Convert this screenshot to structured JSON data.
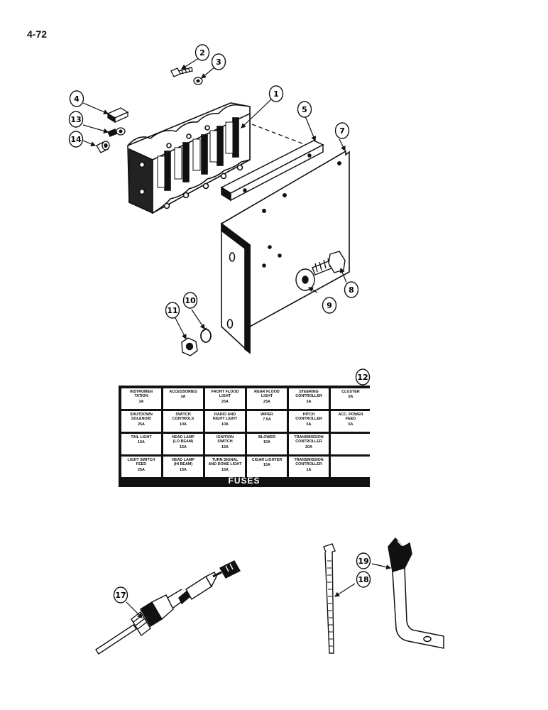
{
  "page_number": "4-72",
  "callouts": [
    "1",
    "2",
    "3",
    "4",
    "5",
    "7",
    "8",
    "9",
    "10",
    "11",
    "12",
    "13",
    "14",
    "17",
    "18",
    "19"
  ],
  "fuse_chart": {
    "title": "FUSES",
    "rows": [
      [
        {
          "lines": [
            "INSTRUMEN",
            "TATION"
          ],
          "amp": "3A"
        },
        {
          "lines": [
            "ACCESSORIES"
          ],
          "amp": "3A"
        },
        {
          "lines": [
            "FRONT FLOOD",
            "LIGHT"
          ],
          "amp": "25A"
        },
        {
          "lines": [
            "REAR FLOOD",
            "LIGHT"
          ],
          "amp": "25A"
        },
        {
          "lines": [
            "STEERING",
            "CONTROLLER"
          ],
          "amp": "3A"
        },
        {
          "lines": [
            "CLUSTER"
          ],
          "amp": "5A"
        }
      ],
      [
        {
          "lines": [
            "SHUTDOWN",
            "SOLENOID"
          ],
          "amp": "25A"
        },
        {
          "lines": [
            "SWITCH",
            "CONTROLS"
          ],
          "amp": "10A"
        },
        {
          "lines": [
            "RADIO AND",
            "NIGHT LIGHT"
          ],
          "amp": "10A"
        },
        {
          "lines": [
            "WIPER"
          ],
          "amp": "7.5A"
        },
        {
          "lines": [
            "HITCH",
            "CONTROLLER"
          ],
          "amp": "5A"
        },
        {
          "lines": [
            "ACC. POWER",
            "FEED"
          ],
          "amp": "5A"
        }
      ],
      [
        {
          "lines": [
            "TAIL LIGHT"
          ],
          "amp": "15A"
        },
        {
          "lines": [
            "HEAD LAMP",
            "(LO BEAM)"
          ],
          "amp": "15A"
        },
        {
          "lines": [
            "IGNITION",
            "SWITCH"
          ],
          "amp": "15A"
        },
        {
          "lines": [
            "BLOWER"
          ],
          "amp": "15A"
        },
        {
          "lines": [
            "TRANSMISSION",
            "CONTROLLER"
          ],
          "amp": "20A"
        },
        {
          "lines": [],
          "amp": ""
        }
      ],
      [
        {
          "lines": [
            "LIGHT SWITCH",
            "FEED"
          ],
          "amp": "25A"
        },
        {
          "lines": [
            "HEAD LAMP",
            "(HI BEAM)"
          ],
          "amp": "15A"
        },
        {
          "lines": [
            "TURN SIGNAL",
            "AND DOME LIGHT"
          ],
          "amp": "15A"
        },
        {
          "lines": [
            "CIGAR LIGHTER"
          ],
          "amp": "15A"
        },
        {
          "lines": [
            "TRANSMISSION",
            "CONTROLLER"
          ],
          "amp": "1A"
        },
        {
          "lines": [],
          "amp": ""
        }
      ]
    ]
  }
}
